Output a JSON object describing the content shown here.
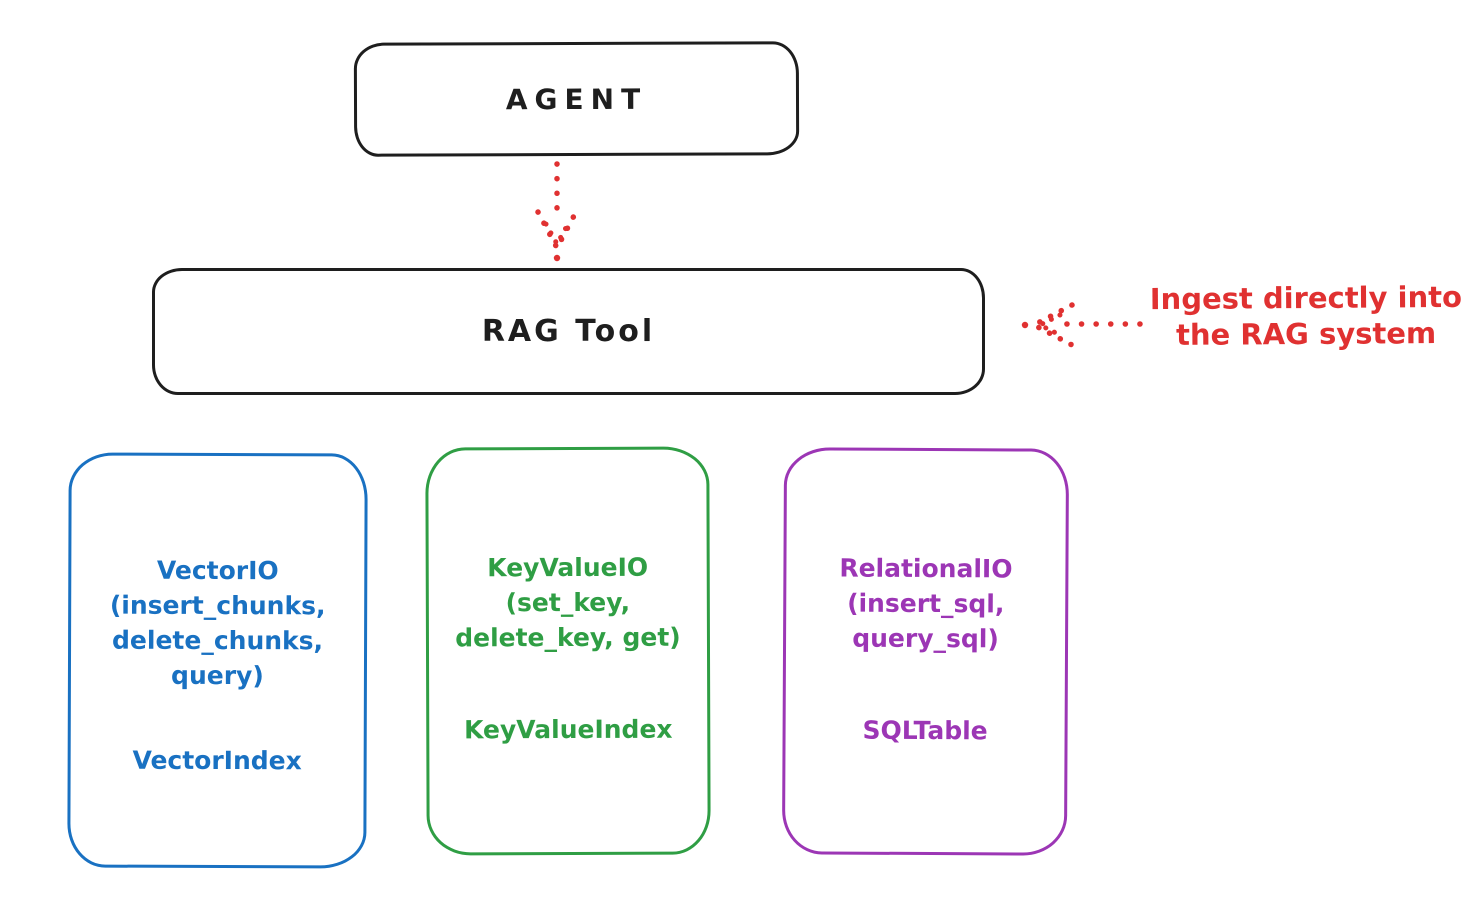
{
  "colors": {
    "stroke": "#1e1e1e",
    "annotation_red": "#e03131",
    "vector_blue": "#1971c2",
    "keyvalue_green": "#2f9e44",
    "relational_purple": "#9c36b5",
    "background": "#ffffff"
  },
  "agent": {
    "label": "AGENT"
  },
  "rag_tool": {
    "label": "RAG Tool"
  },
  "ingest_note": {
    "line1": "Ingest directly into",
    "line2": "the RAG system"
  },
  "backends": [
    {
      "name": "vector-io",
      "color": "#1971c2",
      "lines": [
        "VectorIO",
        "(insert_chunks,",
        "delete_chunks,",
        "query)"
      ],
      "index_label": "VectorIndex"
    },
    {
      "name": "keyvalue-io",
      "color": "#2f9e44",
      "lines": [
        "KeyValueIO",
        "(set_key,",
        "delete_key, get)"
      ],
      "index_label": "KeyValueIndex"
    },
    {
      "name": "relational-io",
      "color": "#9c36b5",
      "lines": [
        "RelationalIO",
        "(insert_sql,",
        "query_sql)"
      ],
      "index_label": "SQLTable"
    }
  ]
}
